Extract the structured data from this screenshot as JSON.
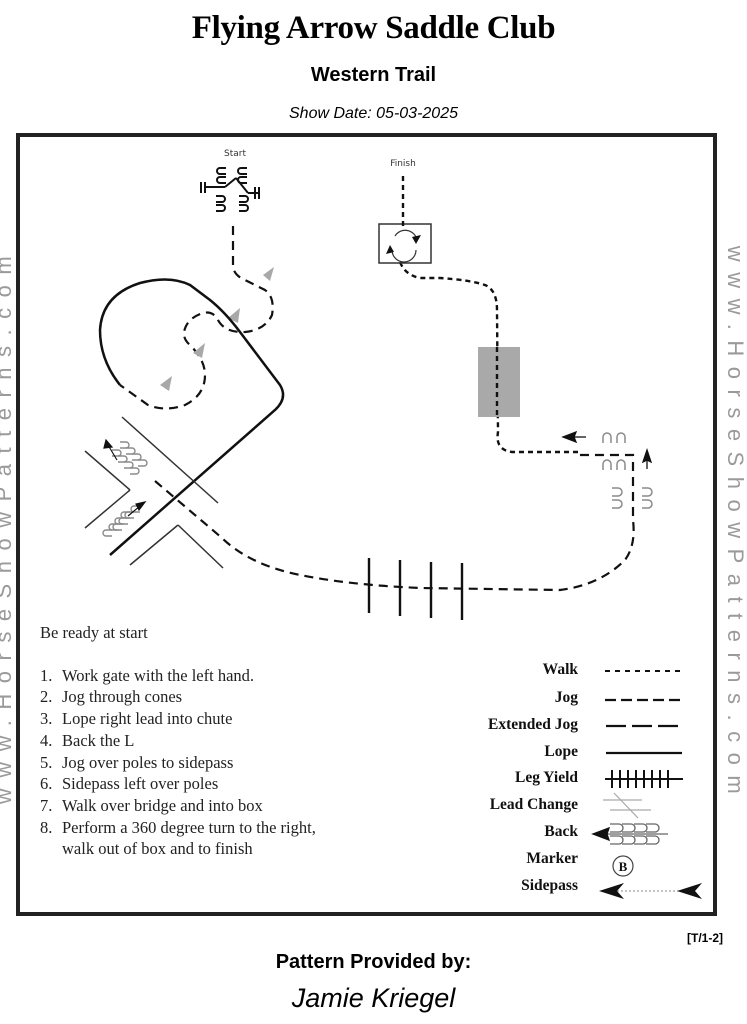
{
  "header": {
    "title": "Flying Arrow Saddle Club",
    "subtitle": "Western Trail",
    "show_date": "Show Date: 05-03-2025"
  },
  "watermark": {
    "left": "www.HorseShowPatterns.com",
    "right": "www.HorseShowPatterns.com"
  },
  "diagram": {
    "start_label": "Start",
    "finish_label": "Finish",
    "obstacles": [
      "gate",
      "cones",
      "lope-chute",
      "back-L",
      "jog-poles",
      "sidepass-poles",
      "bridge",
      "box"
    ],
    "colors": {
      "line": "#111111",
      "cone": "#a8a8a8",
      "bridge": "#a9a9a9",
      "back_marks": "#8a8a8a",
      "frame": "#222222",
      "watermark": "#9a9a9a"
    }
  },
  "instructions": {
    "ready": "Be ready at start",
    "steps": [
      {
        "num": "1.",
        "text": "Work gate with the left hand."
      },
      {
        "num": "2.",
        "text": "Jog through cones"
      },
      {
        "num": "3.",
        "text": "Lope right lead into chute"
      },
      {
        "num": "4.",
        "text": "Back the L"
      },
      {
        "num": "5.",
        "text": "Jog over poles to sidepass"
      },
      {
        "num": "6.",
        "text": "Sidepass left over poles"
      },
      {
        "num": "7.",
        "text": "Walk over bridge and into box"
      },
      {
        "num": "8.",
        "text": "Perform a 360 degree turn to the right,"
      },
      {
        "num": "",
        "text": "walk out of  box and to finish"
      }
    ]
  },
  "legend": [
    {
      "label": "Walk",
      "symbol": "walk-line"
    },
    {
      "label": "Jog",
      "symbol": "jog-line"
    },
    {
      "label": "Extended Jog",
      "symbol": "extended-jog-line"
    },
    {
      "label": "Lope",
      "symbol": "lope-line"
    },
    {
      "label": "Leg Yield",
      "symbol": "leg-yield-line"
    },
    {
      "label": "Lead Change",
      "symbol": "lead-change-mark"
    },
    {
      "label": "Back",
      "symbol": "back-mark"
    },
    {
      "label": "Marker",
      "symbol": "marker-circle",
      "marker_letter": "B"
    },
    {
      "label": "Sidepass",
      "symbol": "sidepass-arrow"
    }
  ],
  "footer": {
    "code": "[T/1-2]",
    "provided_by": "Pattern Provided by:",
    "author": "Jamie Kriegel"
  }
}
